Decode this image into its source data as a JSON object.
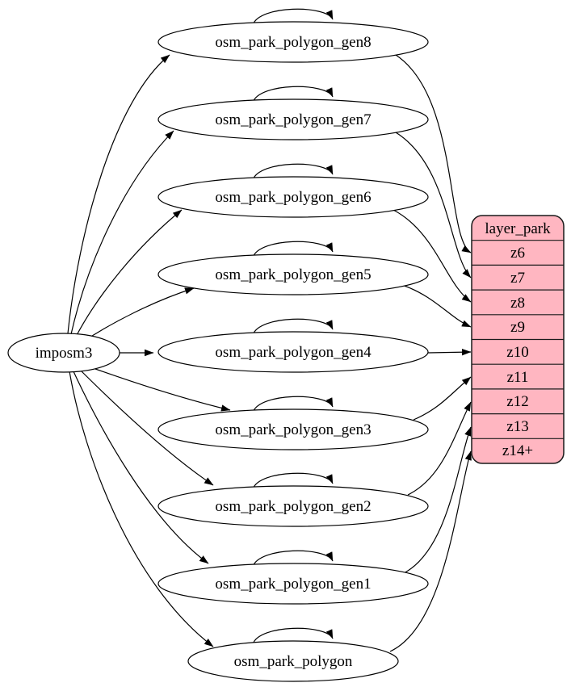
{
  "diagram": {
    "kind": "table-to-layer-mapping-graph",
    "background_color": "#ffffff",
    "edge_color": "#000000",
    "source": {
      "label": "imposm3"
    },
    "tables": [
      {
        "label": "osm_park_polygon_gen8",
        "to_zoom": "z6"
      },
      {
        "label": "osm_park_polygon_gen7",
        "to_zoom": "z7"
      },
      {
        "label": "osm_park_polygon_gen6",
        "to_zoom": "z8"
      },
      {
        "label": "osm_park_polygon_gen5",
        "to_zoom": "z9"
      },
      {
        "label": "osm_park_polygon_gen4",
        "to_zoom": "z10"
      },
      {
        "label": "osm_park_polygon_gen3",
        "to_zoom": "z11"
      },
      {
        "label": "osm_park_polygon_gen2",
        "to_zoom": "z12"
      },
      {
        "label": "osm_park_polygon_gen1",
        "to_zoom": "z13"
      },
      {
        "label": "osm_park_polygon",
        "to_zoom": "z14+"
      }
    ],
    "layer": {
      "title": "layer_park",
      "rows": [
        "z6",
        "z7",
        "z8",
        "z9",
        "z10",
        "z11",
        "z12",
        "z13",
        "z14+"
      ],
      "fill_color": "#ffb6c1",
      "border_color": "#1a1a1a"
    }
  }
}
